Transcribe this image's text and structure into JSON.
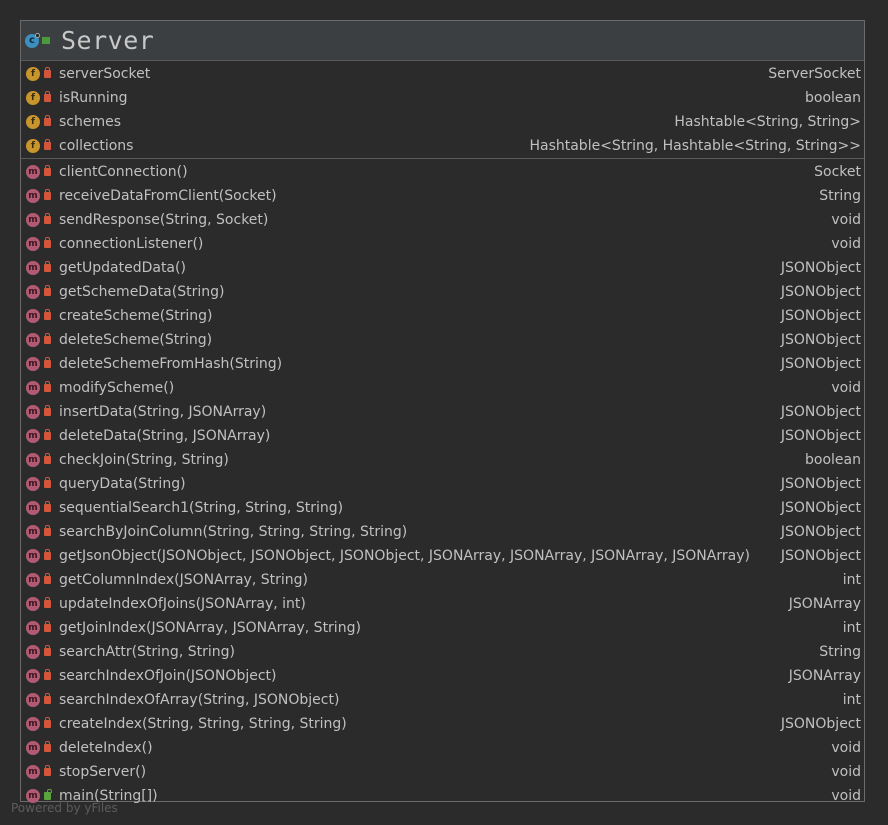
{
  "class": {
    "name": "Server",
    "icon": "class-icon"
  },
  "fields": [
    {
      "name": "serverSocket",
      "type": "ServerSocket",
      "kind": "f",
      "visibility": "private"
    },
    {
      "name": "isRunning",
      "type": "boolean",
      "kind": "f",
      "visibility": "private"
    },
    {
      "name": "schemes",
      "type": "Hashtable<String, String>",
      "kind": "f",
      "visibility": "private"
    },
    {
      "name": "collections",
      "type": "Hashtable<String, Hashtable<String, String>>",
      "kind": "f",
      "visibility": "private"
    }
  ],
  "methods": [
    {
      "name": "clientConnection()",
      "type": "Socket",
      "kind": "m",
      "visibility": "private"
    },
    {
      "name": "receiveDataFromClient(Socket)",
      "type": "String",
      "kind": "m",
      "visibility": "private"
    },
    {
      "name": "sendResponse(String, Socket)",
      "type": "void",
      "kind": "m",
      "visibility": "private"
    },
    {
      "name": "connectionListener()",
      "type": "void",
      "kind": "m",
      "visibility": "private"
    },
    {
      "name": "getUpdatedData()",
      "type": "JSONObject",
      "kind": "m",
      "visibility": "private"
    },
    {
      "name": "getSchemeData(String)",
      "type": "JSONObject",
      "kind": "m",
      "visibility": "private"
    },
    {
      "name": "createScheme(String)",
      "type": "JSONObject",
      "kind": "m",
      "visibility": "private"
    },
    {
      "name": "deleteScheme(String)",
      "type": "JSONObject",
      "kind": "m",
      "visibility": "private"
    },
    {
      "name": "deleteSchemeFromHash(String)",
      "type": "JSONObject",
      "kind": "m",
      "visibility": "private"
    },
    {
      "name": "modifyScheme()",
      "type": "void",
      "kind": "m",
      "visibility": "private"
    },
    {
      "name": "insertData(String, JSONArray)",
      "type": "JSONObject",
      "kind": "m",
      "visibility": "private"
    },
    {
      "name": "deleteData(String, JSONArray)",
      "type": "JSONObject",
      "kind": "m",
      "visibility": "private"
    },
    {
      "name": "checkJoin(String, String)",
      "type": "boolean",
      "kind": "m",
      "visibility": "private"
    },
    {
      "name": "queryData(String)",
      "type": "JSONObject",
      "kind": "m",
      "visibility": "private"
    },
    {
      "name": "sequentialSearch1(String, String, String)",
      "type": "JSONObject",
      "kind": "m",
      "visibility": "private"
    },
    {
      "name": "searchByJoinColumn(String, String, String, String)",
      "type": "JSONObject",
      "kind": "m",
      "visibility": "private"
    },
    {
      "name": "getJsonObject(JSONObject, JSONObject, JSONObject, JSONArray, JSONArray, JSONArray, JSONArray)",
      "type": "JSONObject",
      "kind": "m",
      "visibility": "private"
    },
    {
      "name": "getColumnIndex(JSONArray, String)",
      "type": "int",
      "kind": "m",
      "visibility": "private"
    },
    {
      "name": "updateIndexOfJoins(JSONArray, int)",
      "type": "JSONArray",
      "kind": "m",
      "visibility": "private"
    },
    {
      "name": "getJoinIndex(JSONArray, JSONArray, String)",
      "type": "int",
      "kind": "m",
      "visibility": "private"
    },
    {
      "name": "searchAttr(String, String)",
      "type": "String",
      "kind": "m",
      "visibility": "private"
    },
    {
      "name": "searchIndexOfJoin(JSONObject)",
      "type": "JSONArray",
      "kind": "m",
      "visibility": "private"
    },
    {
      "name": "searchIndexOfArray(String, JSONObject)",
      "type": "int",
      "kind": "m",
      "visibility": "private"
    },
    {
      "name": "createIndex(String, String, String, String)",
      "type": "JSONObject",
      "kind": "m",
      "visibility": "private"
    },
    {
      "name": "deleteIndex()",
      "type": "void",
      "kind": "m",
      "visibility": "private"
    },
    {
      "name": "stopServer()",
      "type": "void",
      "kind": "m",
      "visibility": "private"
    },
    {
      "name": "main(String[])",
      "type": "void",
      "kind": "m",
      "visibility": "public"
    }
  ],
  "watermark": "Powered by yFiles"
}
